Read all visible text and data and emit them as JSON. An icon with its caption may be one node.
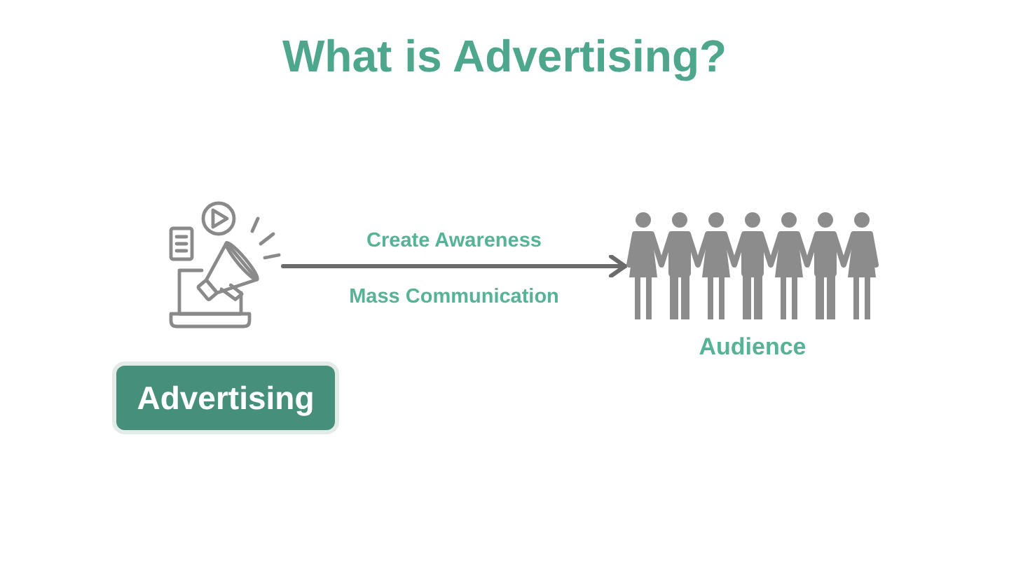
{
  "diagram": {
    "title": "What is Advertising?",
    "nodes": [
      {
        "text": [],
        "shape": "picture"
      },
      {
        "text": [
          "Advertising"
        ]
      },
      {
        "text": [],
        "shape": "picture",
        "beside": [
          "Audience"
        ]
      }
    ],
    "edges": [
      {
        "from": 0,
        "to": 2,
        "arrow": "to",
        "label": "Create Awareness"
      }
    ],
    "labels": [
      "Mass Communication"
    ]
  }
}
